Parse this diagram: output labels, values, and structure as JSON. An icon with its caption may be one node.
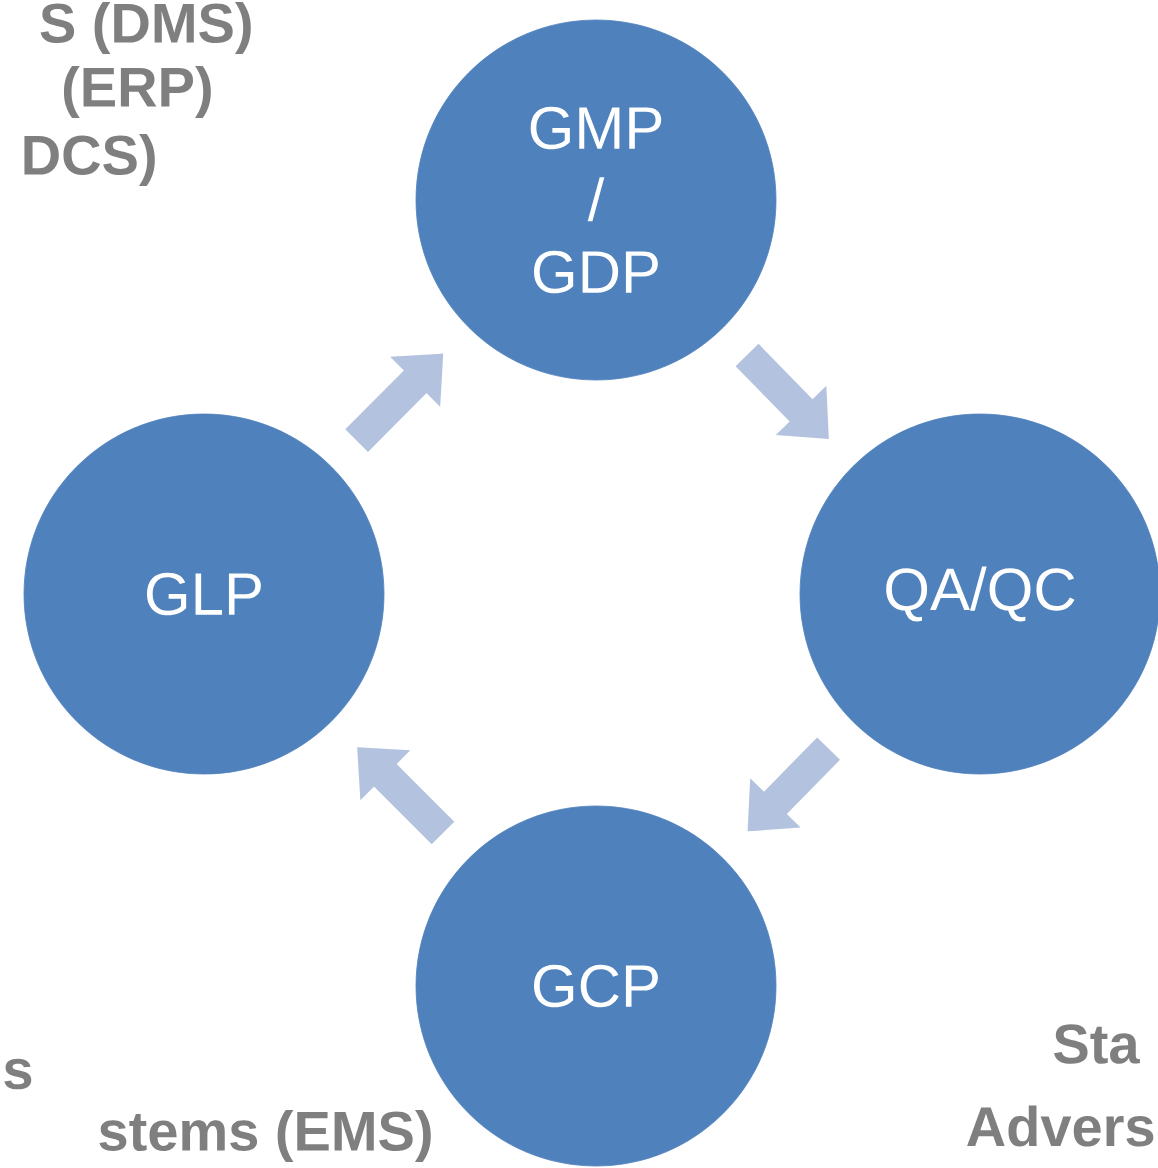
{
  "diagram": {
    "nodes": [
      {
        "text": [
          "GMP / GDP"
        ]
      },
      {
        "text": [
          "QA/QC"
        ]
      },
      {
        "text": [
          "GCP"
        ]
      },
      {
        "text": [
          "GLP"
        ]
      }
    ],
    "edges": [
      {
        "from": 0,
        "to": 1,
        "arrow": "to"
      },
      {
        "from": 1,
        "to": 2,
        "arrow": "to"
      },
      {
        "from": 2,
        "to": 3,
        "arrow": "to"
      },
      {
        "from": 3,
        "to": 0,
        "arrow": "to"
      }
    ],
    "labels": [
      "S (DMS)",
      "(ERP)",
      "DCS)",
      "s",
      "stems (EMS)",
      "Sta",
      "Advers"
    ]
  }
}
